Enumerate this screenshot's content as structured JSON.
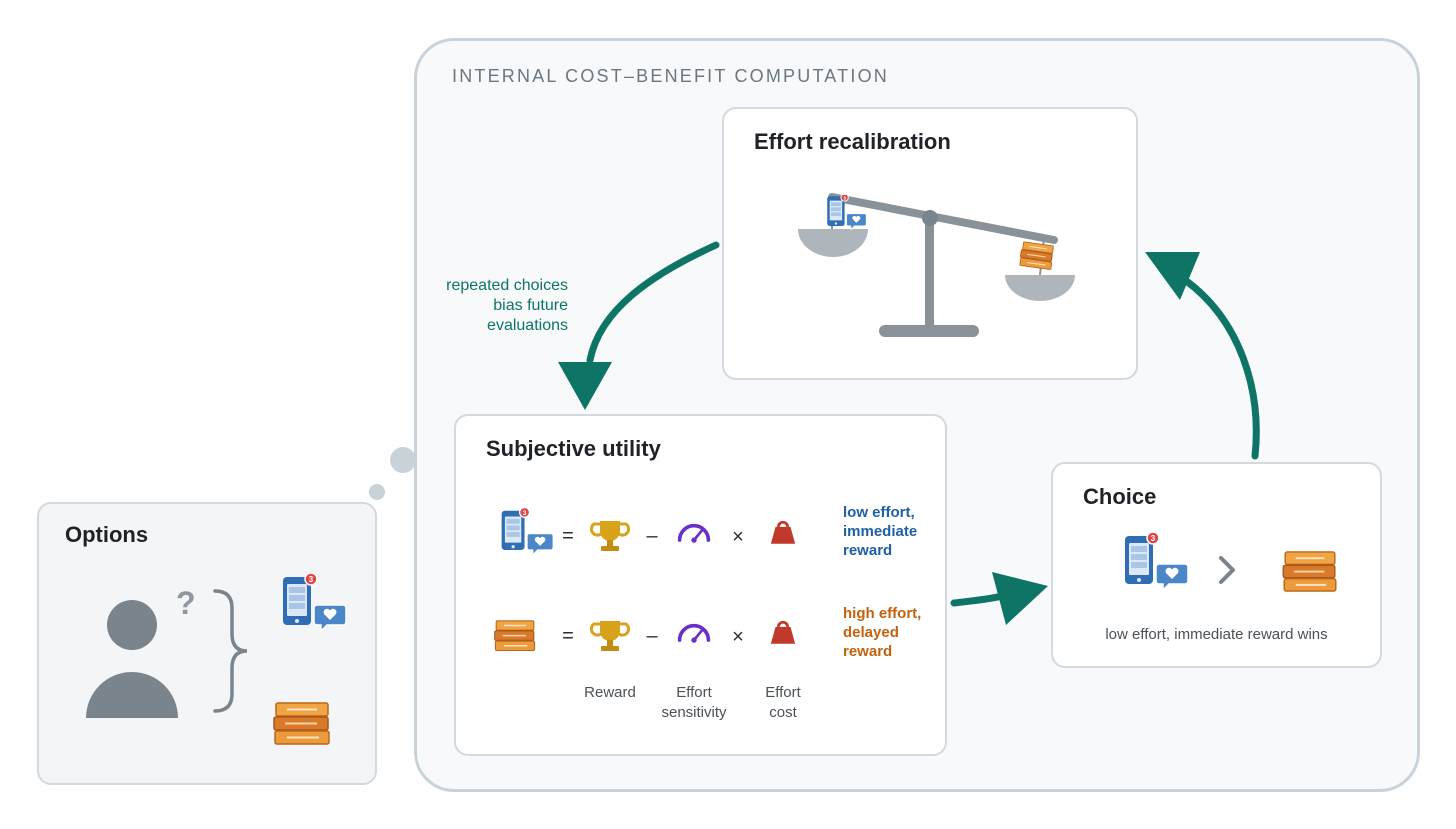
{
  "outer_panel": {
    "label": "INTERNAL COST–BENEFIT COMPUTATION"
  },
  "options": {
    "title": "Options",
    "question_mark": "?"
  },
  "effort_recalibration": {
    "title": "Effort recalibration"
  },
  "loop_note": [
    "repeated choices",
    "bias future",
    "evaluations"
  ],
  "subjective_utility": {
    "title": "Subjective utility",
    "rows": [
      {
        "option": "phone",
        "equals": "=",
        "minus": "–",
        "times": "×",
        "tag": [
          "low effort,",
          "immediate",
          "reward"
        ],
        "tag_color": "#1f5fa6"
      },
      {
        "option": "books",
        "equals": "=",
        "minus": "–",
        "times": "×",
        "tag": [
          "high effort,",
          "delayed",
          "reward"
        ],
        "tag_color": "#c2620e"
      }
    ],
    "captions": [
      [
        "Reward"
      ],
      [
        "Effort",
        "sensitivity"
      ],
      [
        "Effort",
        "cost"
      ]
    ]
  },
  "choice": {
    "title": "Choice",
    "comparator": ">",
    "caption": "low effort, immediate reward wins"
  },
  "badge_count": "3",
  "colors": {
    "teal": "#0e7566",
    "phone_blue": "#2f6db5",
    "books_orange": "#e08a2c",
    "trophy_gold": "#d9a21b",
    "gauge_purple": "#6b2fc9",
    "weight_red": "#c0392b",
    "person_gray": "#7a848c",
    "badge_red": "#e04848"
  },
  "icons": [
    "person-icon",
    "phone-notification-icon",
    "books-icon",
    "trophy-icon",
    "gauge-icon",
    "weight-icon",
    "balance-scale-icon"
  ]
}
